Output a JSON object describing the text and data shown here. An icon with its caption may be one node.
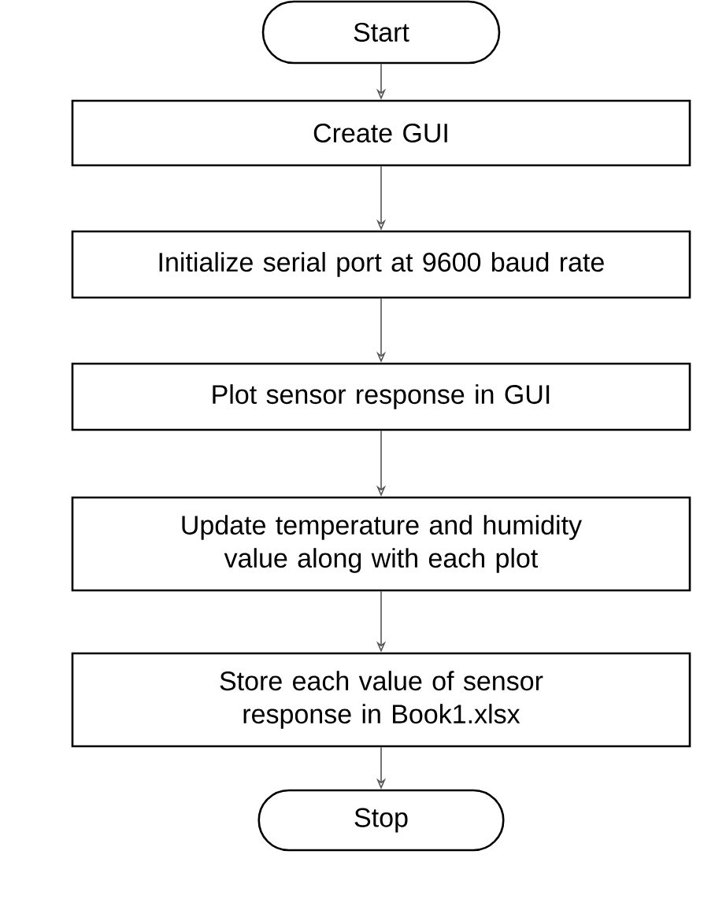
{
  "diagram": {
    "nodes": [
      {
        "text": [
          "Start"
        ]
      },
      {
        "text": [
          "Create GUI"
        ]
      },
      {
        "text": [
          "Initialize serial port at 9600 baud rate"
        ]
      },
      {
        "text": [
          "Plot sensor response in GUI"
        ]
      },
      {
        "text": [
          "Update temperature and humidity value along with each plot"
        ]
      },
      {
        "text": [
          "Store each value of sensor response in Book1.xlsx"
        ]
      },
      {
        "text": [
          "Stop"
        ]
      }
    ],
    "edges": [
      {
        "from": 0,
        "to": 1,
        "arrow": "to"
      },
      {
        "from": 1,
        "to": 2,
        "arrow": "to"
      },
      {
        "from": 2,
        "to": 3,
        "arrow": "to"
      },
      {
        "from": 3,
        "to": 4,
        "arrow": "to"
      },
      {
        "from": 4,
        "to": 5,
        "arrow": "to"
      },
      {
        "from": 5,
        "to": 6,
        "arrow": "to"
      }
    ]
  }
}
